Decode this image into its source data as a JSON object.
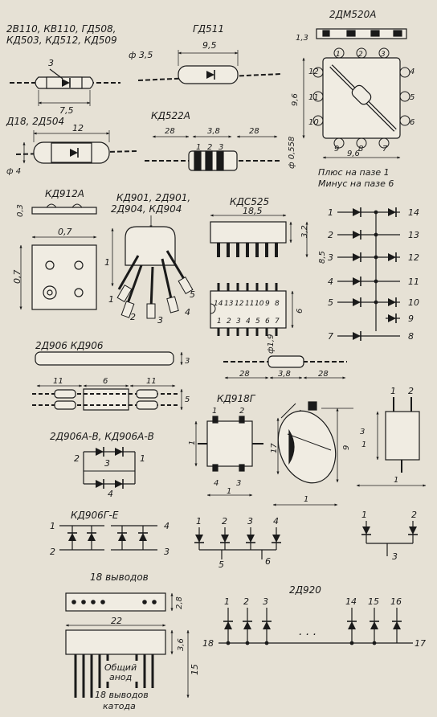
{
  "labels": {
    "pkg1_line1": "2В110, КВ110, ГД508,",
    "pkg1_line2": "КД503, КД512, КД509",
    "gd511": "ГД511",
    "dm520": "2ДМ520А",
    "d18": "Д18, 2Д504",
    "kd522": "КД522А",
    "plus_note": "Плюс на пазе 1",
    "minus_note": "Минус на пазе 6",
    "kd912": "КД912А",
    "kd901_l1": "КД901, 2Д901,",
    "kd901_l2": "2Д904, КД904",
    "kds525": "КДС525",
    "d906": "2Д906  КД906",
    "kd918": "КД918Г",
    "d906av": "2Д906А-В, КД906А-В",
    "kd906ge": "КД906Г-Е",
    "vyv18": "18 выводов",
    "d920": "2Д920",
    "common_anode_1": "Общий",
    "common_anode_2": "анод",
    "cathode_1": "18 выводов",
    "cathode_2": "катода",
    "dots": ". . ."
  },
  "dims": {
    "d_3": "3",
    "d_7_5": "7,5",
    "d_phi3_5": "ф 3,5",
    "d_9_5": "9,5",
    "d_1_3": "1,3",
    "d_9_6v": "9,6",
    "d_9_6h": "9,6",
    "d_12": "12",
    "d_phi4": "ф 4",
    "d_28a": "28",
    "d_3_8a": "3,8",
    "d_28b": "28",
    "d_0_558": "ф 0,558",
    "d_0_3": "0,3",
    "d_0_7h": "0,7",
    "d_0_7v": "0,7",
    "d_1_kd901": "1",
    "d_18_5": "18,5",
    "d_3_2": "3,2",
    "d_8_5": "8,5",
    "d_6": "6",
    "d_3_906": "3",
    "d_11a": "11",
    "d_6_906": "6",
    "d_11b": "11",
    "d_5_906": "5",
    "d_phi1_9": "ф1,9",
    "d_28c": "28",
    "d_3_8b": "3,8",
    "d_28d": "28",
    "d_17": "17",
    "d_1_918": "1",
    "d_1_918b": "1",
    "d_9": "9",
    "d_3_c": "3",
    "d_1_right": "1",
    "d_1_right_b": "1",
    "d_2_8": "2,8",
    "d_22": "22",
    "d_3_6": "3,6",
    "d_15": "15"
  },
  "pins": {
    "dm": [
      "1",
      "2",
      "3",
      "4",
      "5",
      "6",
      "7",
      "8",
      "9",
      "10",
      "11",
      "12"
    ],
    "kd901": [
      "1",
      "2",
      "3",
      "4",
      "5"
    ],
    "kds_top": [
      "14",
      "13",
      "12",
      "11",
      "10",
      "9",
      "8"
    ],
    "kds_bot": [
      "1",
      "2",
      "3",
      "4",
      "5",
      "6",
      "7"
    ],
    "kds_sch_left": [
      "1",
      "2",
      "3",
      "4",
      "5",
      "7"
    ],
    "kds_sch_right": [
      "14",
      "13",
      "12",
      "11",
      "10",
      "9",
      "8"
    ],
    "kd918": [
      "1",
      "2",
      "4",
      "3"
    ],
    "av": [
      "2",
      "3",
      "1",
      "4"
    ],
    "ge": [
      "1",
      "2",
      "4",
      "3"
    ],
    "quad": [
      "1",
      "2",
      "3",
      "4",
      "5",
      "6"
    ],
    "dual": [
      "1",
      "2",
      "3"
    ],
    "d920": [
      "1",
      "2",
      "3",
      "14",
      "15",
      "16",
      "18",
      "17"
    ]
  }
}
